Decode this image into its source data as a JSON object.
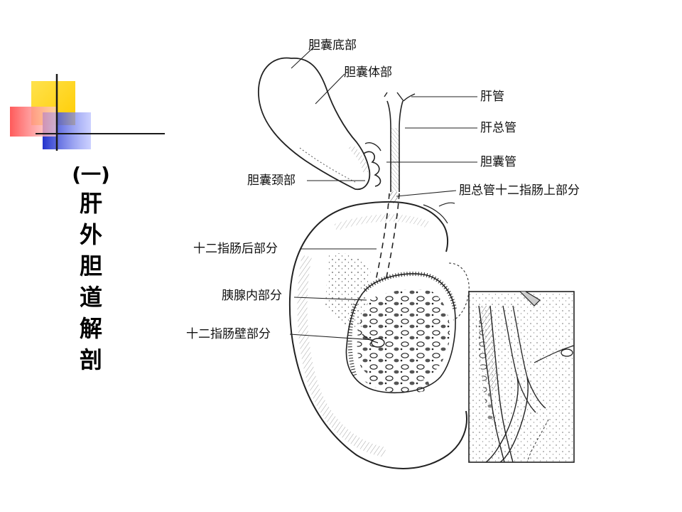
{
  "slide": {
    "title_chars": [
      "肝",
      "外",
      "胆",
      "道",
      "解",
      "剖"
    ],
    "title_number": "(一)",
    "accent_colors": {
      "yellow": "#ffd700",
      "red": "#ff6a6a",
      "blue": "#2e3bd6",
      "dark": "#222222"
    }
  },
  "diagram": {
    "labels": {
      "gallbladder_fundus": "胆囊底部",
      "gallbladder_body": "胆囊体部",
      "hepatic_duct": "肝管",
      "common_hepatic_duct": "肝总管",
      "cystic_duct": "胆囊管",
      "gallbladder_neck": "胆囊颈部",
      "cbd_supraduodenal": "胆总管十二指肠上部分",
      "cbd_retroduodenal": "十二指肠后部分",
      "cbd_intrapancreatic": "胰腺内部分",
      "cbd_intraduodenal": "十二指肠壁部分"
    }
  }
}
